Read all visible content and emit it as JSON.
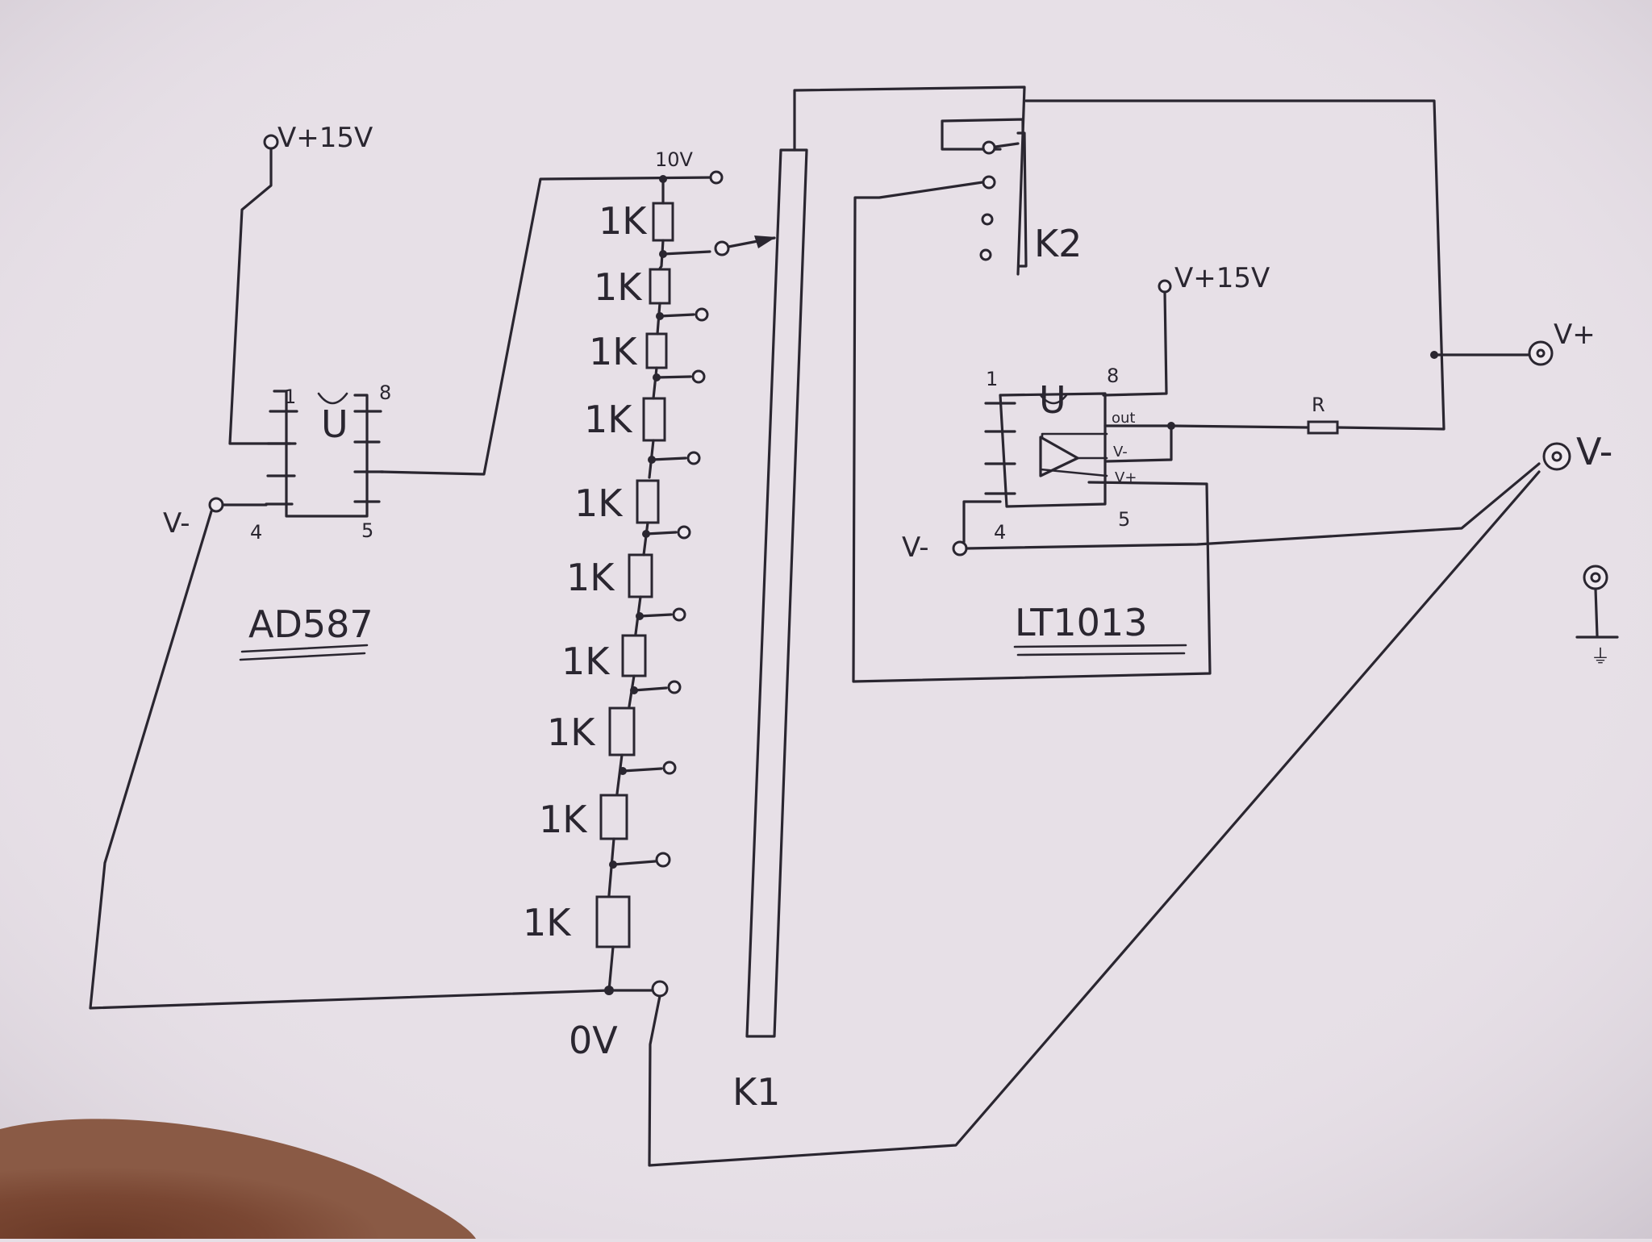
{
  "labels": {
    "ad587_vplus": "V+15V",
    "ad587_vminus": "V-",
    "ad587_pin1": "1",
    "ad587_pin8": "8",
    "ad587_pin4": "4",
    "ad587_pin5": "5",
    "ad587_ic": "U",
    "ad587_name": "AD587",
    "ladder_top": "10V",
    "ladder_bottom": "0V",
    "resistor_value": "1K",
    "k1": "K1",
    "k2": "K2",
    "lt_vplus": "V+15V",
    "lt_pin1": "1",
    "lt_pin8": "8",
    "lt_pin4": "4",
    "lt_pin5": "5",
    "lt_ic": "U",
    "lt_out": "out",
    "lt_vm": "V-",
    "lt_vp": "V+",
    "lt_vminus": "V-",
    "lt_name": "LT1013",
    "resistor_r": "R",
    "out_vplus": "V+",
    "out_vminus": "V-",
    "ground": "⏚"
  }
}
